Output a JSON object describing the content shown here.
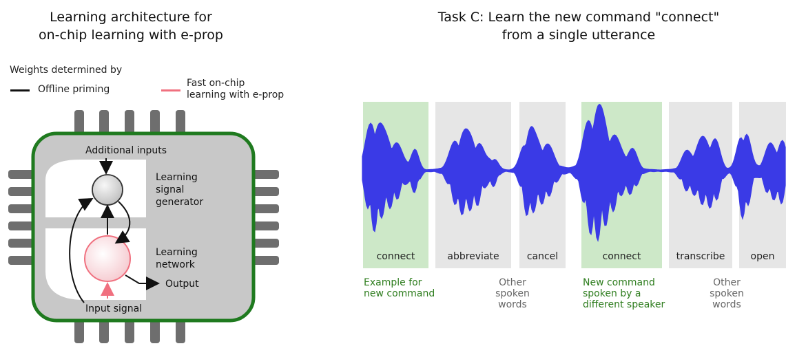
{
  "left": {
    "title_line1": "Learning architecture for",
    "title_line2": "on-chip learning with e-prop",
    "legend": {
      "heading": "Weights determined by",
      "offline": "Offline priming",
      "fast_line1": "Fast on-chip",
      "fast_line2": "learning with e-prop"
    },
    "chip": {
      "additional_inputs": "Additional inputs",
      "lsg_line1": "Learning",
      "lsg_line2": "signal",
      "lsg_line3": "generator",
      "ln_line1": "Learning",
      "ln_line2": "network",
      "output": "Output",
      "input_signal": "Input signal"
    },
    "colors": {
      "offline": "#111111",
      "fast": "#f0707f",
      "chip_border": "#1f7a1f",
      "chip_fill": "#c8c8c8",
      "pin": "#6e6e6e"
    }
  },
  "right": {
    "title_line1": "Task C: Learn the new command \"connect\"",
    "title_line2": "from a single utterance",
    "words": [
      {
        "label": "connect",
        "highlight": true
      },
      {
        "label": "abbreviate",
        "highlight": false
      },
      {
        "label": "cancel",
        "highlight": false
      },
      {
        "label": "connect",
        "highlight": true
      },
      {
        "label": "transcribe",
        "highlight": false
      },
      {
        "label": "open",
        "highlight": false
      }
    ],
    "captions": {
      "example_line1": "Example for",
      "example_line2": "new command",
      "other1_line1": "Other",
      "other1_line2": "spoken",
      "other1_line3": "words",
      "newcmd_line1": "New command",
      "newcmd_line2": "spoken by a",
      "newcmd_line3": "different speaker",
      "other2_line1": "Other",
      "other2_line2": "spoken",
      "other2_line3": "words"
    },
    "colors": {
      "highlight_bg": "#cde8c8",
      "plain_bg": "#e6e6e6",
      "waveform": "#3a3ae6",
      "caption_green": "#2e7d1e"
    }
  }
}
